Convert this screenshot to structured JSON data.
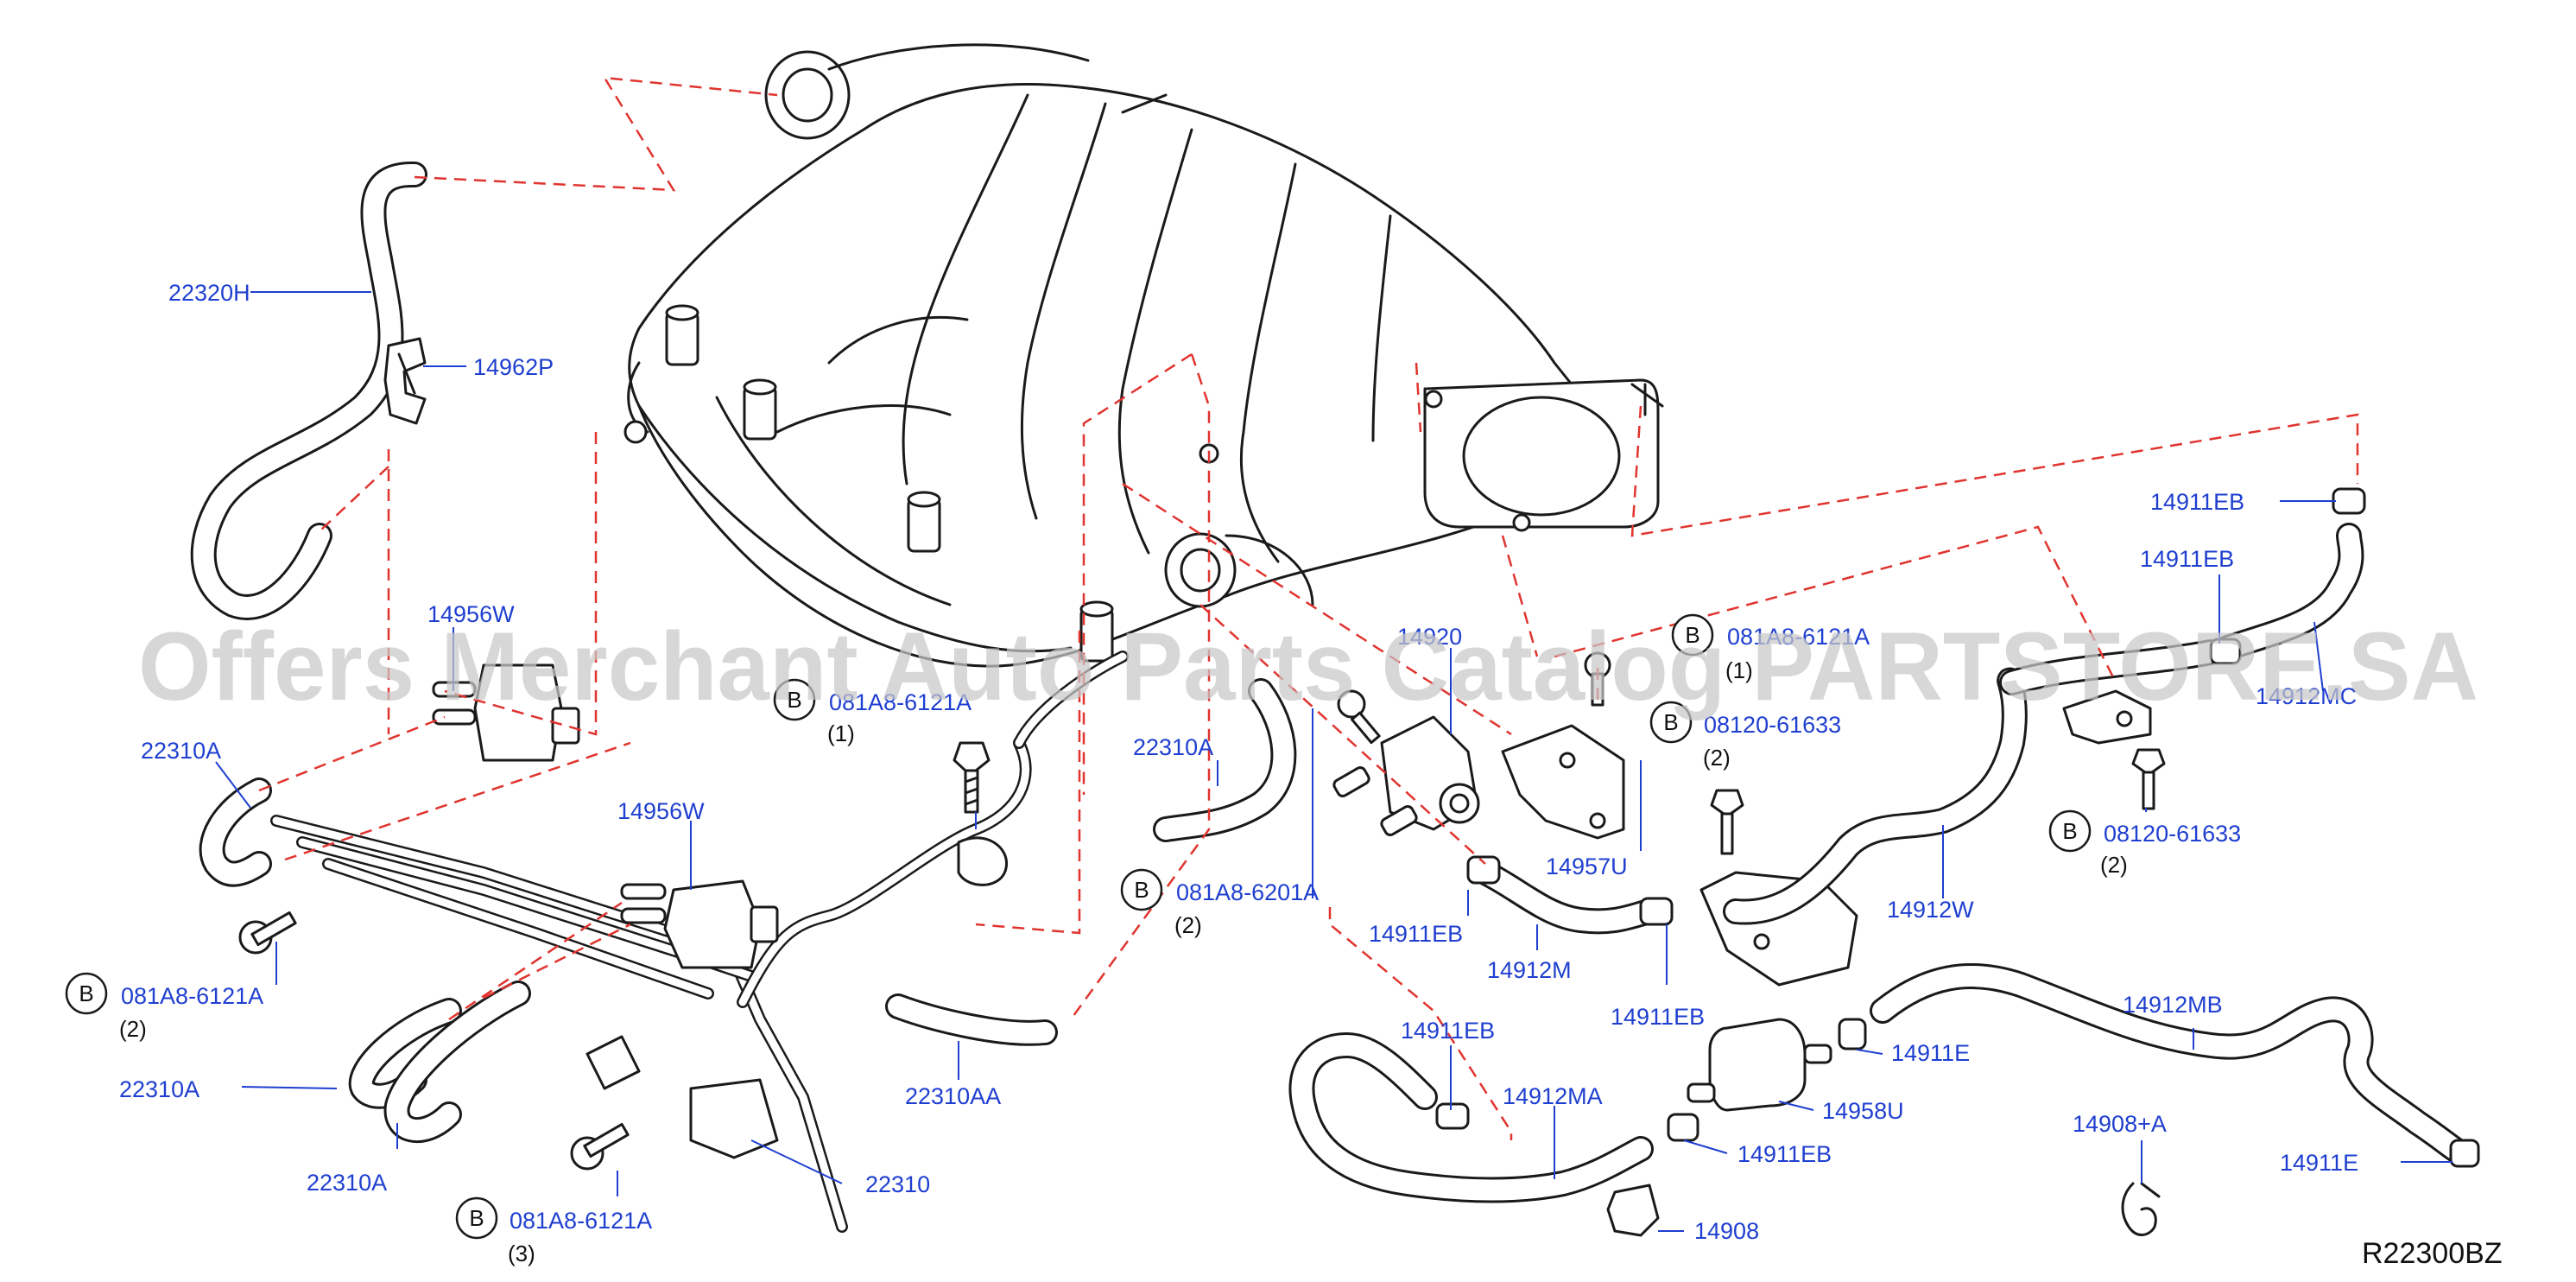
{
  "watermark": "Offers Merchant Auto Parts Catalog PARTSTORE.SA",
  "reference_code": "R22300BZ",
  "bolt_symbol": "B",
  "labels": {
    "l22320H": "22320H",
    "l14962P": "14962P",
    "l14956W_a": "14956W",
    "l22310A_a": "22310A",
    "l081A8_6121A_a": "081A8-6121A",
    "q1_a": "(1)",
    "l14956W_b": "14956W",
    "l081A8_6121A_b": "081A8-6121A",
    "q2_b": "(2)",
    "l22310A_b": "22310A",
    "l22310A_c": "22310A",
    "l22310A_d": "22310A",
    "l081A8_6201A": "081A8-6201A",
    "q2_c": "(2)",
    "l22310AA": "22310AA",
    "l22310": "22310",
    "l081A8_6121A_d": "081A8-6121A",
    "q3_d": "(3)",
    "l14920": "14920",
    "l081A8_6121A_e": "081A8-6121A",
    "q1_e": "(1)",
    "l08120_61633_a": "08120-61633",
    "q2_f": "(2)",
    "l14957U": "14957U",
    "l14911EB_a": "14911EB",
    "l14912M": "14912M",
    "l14911EB_b": "14911EB",
    "l14911EB_c": "14911EB",
    "l14912MA": "14912MA",
    "l14911EB_d": "14911EB",
    "l14908": "14908",
    "l14958U": "14958U",
    "l14911E_a": "14911E",
    "l14912MB": "14912MB",
    "l14908A": "14908+A",
    "l14911E_b": "14911E",
    "l14912W": "14912W",
    "l08120_61633_b": "08120-61633",
    "q2_g": "(2)",
    "l14911EB_e": "14911EB",
    "l14911EB_f": "14911EB",
    "l14912MC": "14912MC"
  },
  "icons": [
    "intake-manifold",
    "vacuum-hose",
    "hose-clamp",
    "vacuum-solenoid-valve",
    "bolt",
    "bracket",
    "vacuum-tube-assembly",
    "purge-control-valve",
    "check-valve"
  ],
  "colors": {
    "label": "#1f3fd0",
    "dashed_line": "#e0342f",
    "line_art": "#1a1a1a",
    "watermark": "#c8c8c8"
  }
}
